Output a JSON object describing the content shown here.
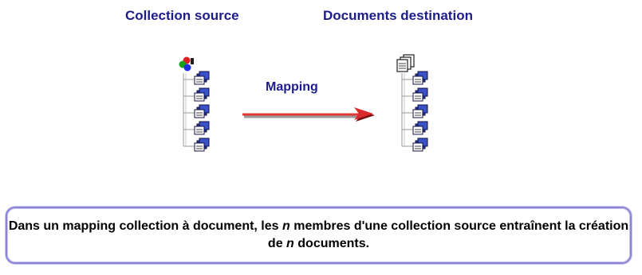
{
  "diagram": {
    "source_title": "Collection source",
    "destination_title": "Documents destination",
    "arrow_label": "Mapping",
    "caption": {
      "part1": "Dans un mapping collection à document, les ",
      "italic1": "n",
      "part2": " membres d'une collection source entraînent la création de ",
      "italic2": "n",
      "part3": " documents."
    },
    "colors": {
      "title": "#1c1c8c",
      "arrow": "#e23a3a",
      "box_border": "#8a84d6"
    },
    "icons": {
      "source_root": "collection-icon",
      "destination_root": "documents-icon",
      "member": "record-icon"
    },
    "member_count": 5
  }
}
